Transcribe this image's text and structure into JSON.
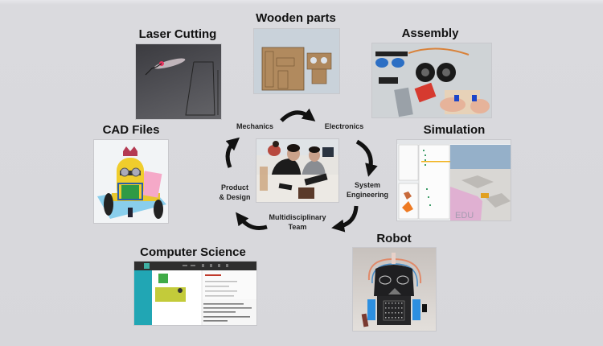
{
  "figure": {
    "background_color": "#d8d8dc",
    "center": {
      "image": "team-photo",
      "cycle_labels": [
        {
          "id": "mechanics",
          "text": "Mechanics"
        },
        {
          "id": "electronics",
          "text": "Electronics"
        },
        {
          "id": "system-engineering",
          "lines": [
            "System",
            "Engineering"
          ]
        },
        {
          "id": "multidisciplinary-team",
          "lines": [
            "Multidisciplinary",
            "Team"
          ]
        },
        {
          "id": "product-design",
          "lines": [
            "Product",
            "& Design"
          ]
        }
      ],
      "arrow_direction": "clockwise"
    },
    "panels": [
      {
        "id": "wooden-parts",
        "title": "Wooden parts",
        "image": "wooden-parts-photo"
      },
      {
        "id": "laser-cutting",
        "title": "Laser Cutting",
        "image": "laser-cutter-photo"
      },
      {
        "id": "assembly",
        "title": "Assembly",
        "image": "electronics-assembly-photo"
      },
      {
        "id": "cad-files",
        "title": "CAD Files",
        "image": "minion-robot-cad-render"
      },
      {
        "id": "simulation",
        "title": "Simulation",
        "image": "robot-simulator-screenshot",
        "watermark": "EDU"
      },
      {
        "id": "computer-science",
        "title": "Computer Science",
        "image": "block-programming-ide-screenshot"
      },
      {
        "id": "robot",
        "title": "Robot",
        "image": "darth-vader-robot-photo"
      }
    ]
  }
}
